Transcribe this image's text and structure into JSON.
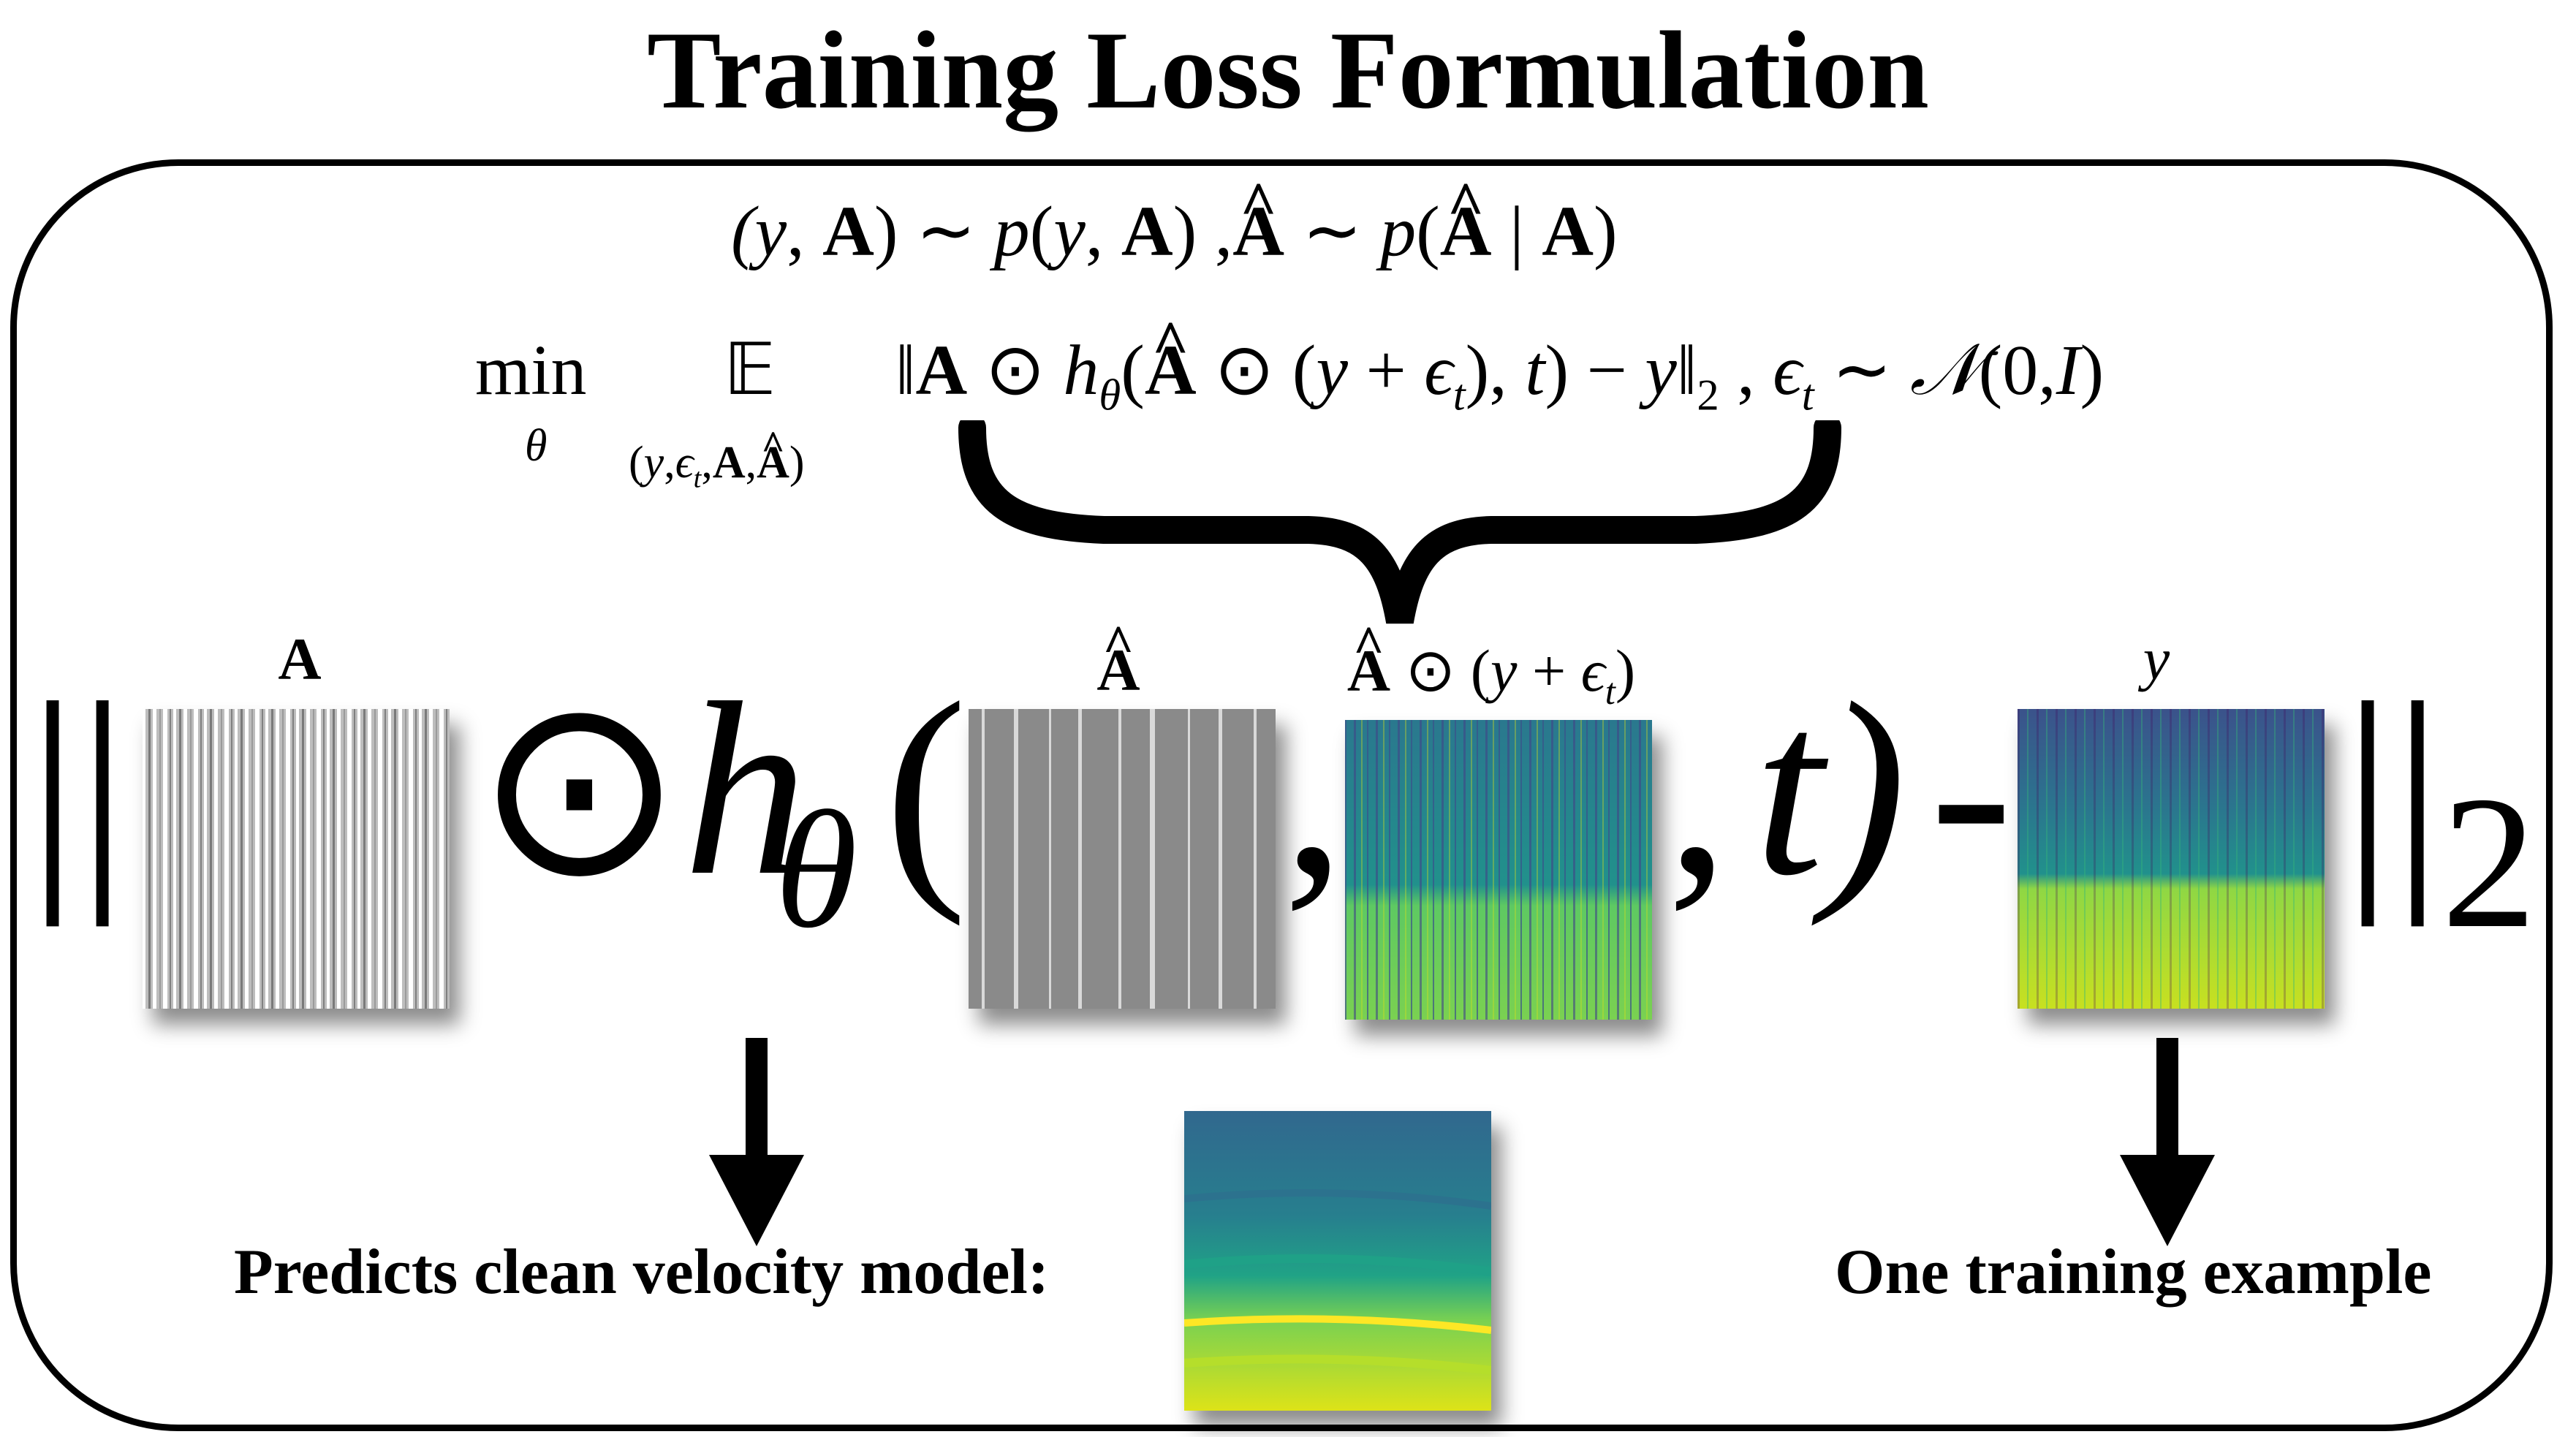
{
  "title": "Training Loss Formulation",
  "eq1": {
    "lhs": "(y, A) ∼ p(y, A) ,",
    "rhs": "∼ p(",
    "given": "| A)"
  },
  "eq2": {
    "min": "min",
    "min_sub": "θ",
    "expect": "𝔼",
    "expect_sub": "(y,ϵt,A,Â)",
    "norm_part1": "‖A ⊙ hθ(",
    "norm_part2": "⊙ (y + ϵt), t) − y‖2",
    "noise": ", ϵt ∼ 𝒩(0,I)"
  },
  "labels": {
    "A": "A",
    "A_hat": "Â",
    "masked_noisy": "Â ⊙ (y + ϵt)",
    "y": "y"
  },
  "big_equation": {
    "norm_open": "||",
    "odot_h": "⊙h",
    "theta": "θ",
    "open_paren": "(",
    "comma1": ",",
    "comma2": ",",
    "t_close": "t)",
    "minus": "-",
    "norm_close": "||",
    "two": "2"
  },
  "captions": {
    "predicts": "Predicts clean velocity model:",
    "one_example": "One training example"
  },
  "colors": {
    "viridis_dark": "#3b528b",
    "viridis_mid": "#21918c",
    "viridis_light": "#5ec962",
    "viridis_yellow": "#dde318",
    "mask_gray": "#8a8a8a"
  }
}
